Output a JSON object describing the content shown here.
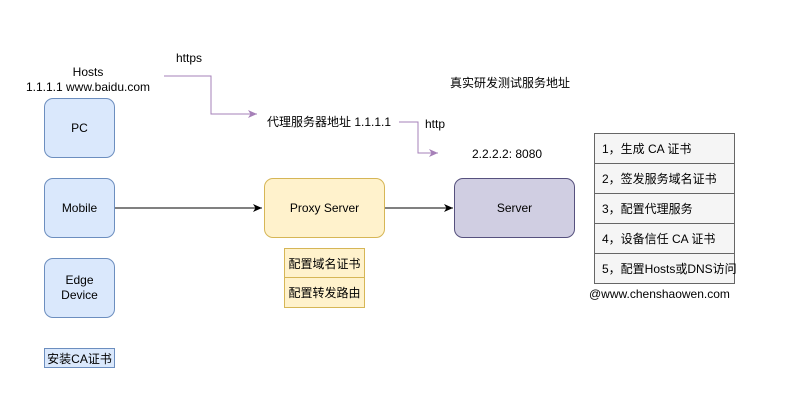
{
  "labels": {
    "hosts_title": "Hosts",
    "hosts_entry": "1.1.1.1 www.baidu.com",
    "https": "https",
    "http": "http",
    "proxy_addr": "代理服务器地址 1.1.1.1",
    "real_server_addr": "真实研发测试服务地址",
    "server_ip": "2.2.2.2: 8080",
    "watermark": "@www.chenshaowen.com"
  },
  "clients": {
    "pc": "PC",
    "mobile": "Mobile",
    "edge_line1": "Edge",
    "edge_line2": "Device",
    "install_ca": "安装CA证书"
  },
  "proxy": {
    "label": "Proxy Server",
    "tasks": [
      "配置域名证书",
      "配置转发路由"
    ]
  },
  "server": {
    "label": "Server"
  },
  "steps": [
    "1，生成 CA 证书",
    "2，签发服务域名证书",
    "3，配置代理服务",
    "4，设备信任 CA 证书",
    "5，配置Hosts或DNS访问"
  ],
  "colors": {
    "client_fill": "#dae8fc",
    "client_stroke": "#6c8ebf",
    "proxy_fill": "#fff2cc",
    "proxy_stroke": "#d6b656",
    "server_fill": "#d0cee2",
    "server_stroke": "#56517e",
    "step_fill": "#f5f5f5",
    "step_stroke": "#666666",
    "dns_arrow": "#a680b8",
    "flow_arrow": "#000000"
  }
}
